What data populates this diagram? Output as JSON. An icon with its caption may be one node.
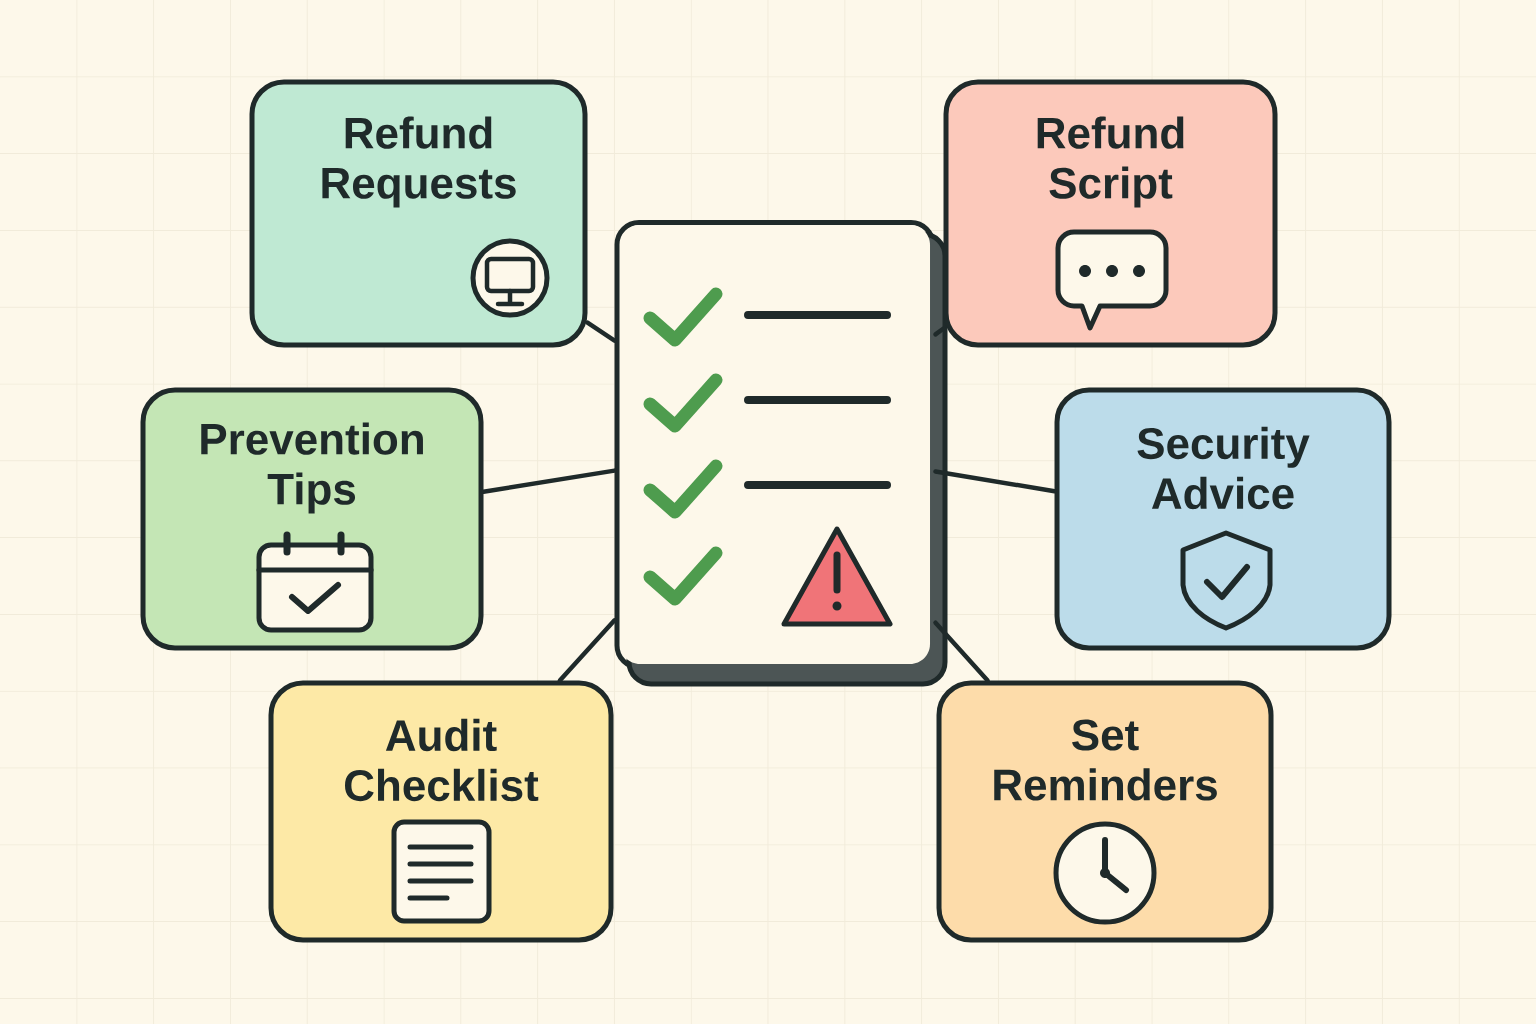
{
  "diagram": {
    "nodes": [
      {
        "text": [],
        "shape": "picture"
      },
      {
        "text": [
          "Refund Requests"
        ]
      },
      {
        "text": [
          "Refund Script"
        ]
      },
      {
        "text": [
          "Prevention Tips"
        ]
      },
      {
        "text": [
          "Security Advice"
        ]
      },
      {
        "text": [
          "Audit Checklist"
        ]
      },
      {
        "text": [
          "Set Reminders"
        ]
      }
    ],
    "edges": [
      {
        "from": 0,
        "to": 1,
        "arrow": "none"
      },
      {
        "from": 0,
        "to": 2,
        "arrow": "none"
      },
      {
        "from": 0,
        "to": 3,
        "arrow": "none"
      },
      {
        "from": 0,
        "to": 4,
        "arrow": "none"
      },
      {
        "from": 0,
        "to": 5,
        "arrow": "none"
      },
      {
        "from": 0,
        "to": 6,
        "arrow": "none"
      }
    ]
  }
}
